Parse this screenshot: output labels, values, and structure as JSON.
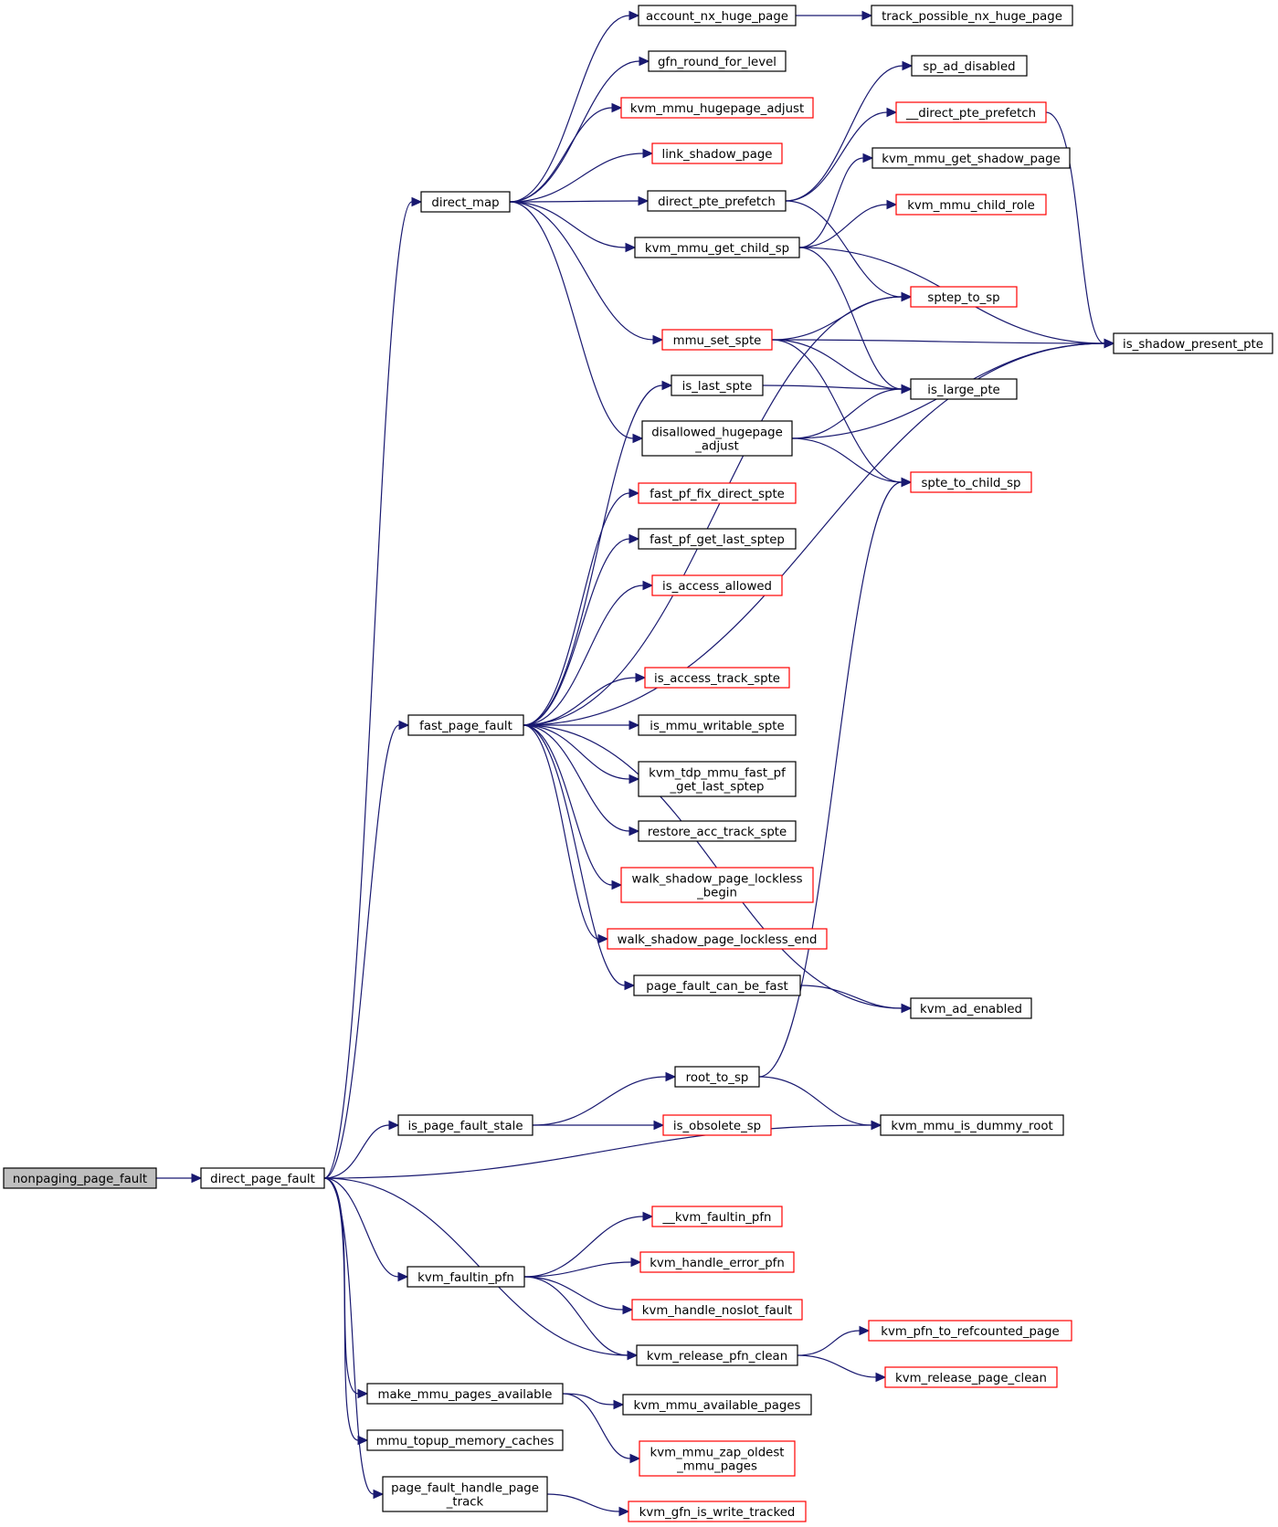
{
  "colors": {
    "edge": "#191970",
    "root_fill": "#bfbfbf",
    "node_fill": "#ffffff",
    "normal_border": "#000000",
    "external_border": "#ff0000"
  },
  "nodes": [
    {
      "id": "nonpaging_page_fault",
      "label": [
        "nonpaging_page_fault"
      ],
      "style": "root"
    },
    {
      "id": "direct_page_fault",
      "label": [
        "direct_page_fault"
      ],
      "style": "normal"
    },
    {
      "id": "direct_map",
      "label": [
        "direct_map"
      ],
      "style": "normal"
    },
    {
      "id": "fast_page_fault",
      "label": [
        "fast_page_fault"
      ],
      "style": "normal"
    },
    {
      "id": "is_page_fault_stale",
      "label": [
        "is_page_fault_stale"
      ],
      "style": "normal"
    },
    {
      "id": "kvm_faultin_pfn",
      "label": [
        "kvm_faultin_pfn"
      ],
      "style": "normal"
    },
    {
      "id": "make_mmu_pages_available",
      "label": [
        "make_mmu_pages_available"
      ],
      "style": "normal"
    },
    {
      "id": "mmu_topup_memory_caches",
      "label": [
        "mmu_topup_memory_caches"
      ],
      "style": "normal"
    },
    {
      "id": "page_fault_handle_page_track",
      "label": [
        "page_fault_handle_page",
        "_track"
      ],
      "style": "normal"
    },
    {
      "id": "account_nx_huge_page",
      "label": [
        "account_nx_huge_page"
      ],
      "style": "normal"
    },
    {
      "id": "gfn_round_for_level",
      "label": [
        "gfn_round_for_level"
      ],
      "style": "normal"
    },
    {
      "id": "kvm_mmu_hugepage_adjust",
      "label": [
        "kvm_mmu_hugepage_adjust"
      ],
      "style": "external"
    },
    {
      "id": "link_shadow_page",
      "label": [
        "link_shadow_page"
      ],
      "style": "external"
    },
    {
      "id": "direct_pte_prefetch",
      "label": [
        "direct_pte_prefetch"
      ],
      "style": "normal"
    },
    {
      "id": "kvm_mmu_get_child_sp",
      "label": [
        "kvm_mmu_get_child_sp"
      ],
      "style": "normal"
    },
    {
      "id": "mmu_set_spte",
      "label": [
        "mmu_set_spte"
      ],
      "style": "external"
    },
    {
      "id": "is_last_spte",
      "label": [
        "is_last_spte"
      ],
      "style": "normal"
    },
    {
      "id": "disallowed_hugepage_adjust",
      "label": [
        "disallowed_hugepage",
        "_adjust"
      ],
      "style": "normal"
    },
    {
      "id": "fast_pf_fix_direct_spte",
      "label": [
        "fast_pf_fix_direct_spte"
      ],
      "style": "external"
    },
    {
      "id": "fast_pf_get_last_sptep",
      "label": [
        "fast_pf_get_last_sptep"
      ],
      "style": "normal"
    },
    {
      "id": "is_access_allowed",
      "label": [
        "is_access_allowed"
      ],
      "style": "external"
    },
    {
      "id": "is_access_track_spte",
      "label": [
        "is_access_track_spte"
      ],
      "style": "external"
    },
    {
      "id": "is_mmu_writable_spte",
      "label": [
        "is_mmu_writable_spte"
      ],
      "style": "normal"
    },
    {
      "id": "kvm_tdp_mmu_fast_pf_get_last_sptep",
      "label": [
        "kvm_tdp_mmu_fast_pf",
        "_get_last_sptep"
      ],
      "style": "normal"
    },
    {
      "id": "restore_acc_track_spte",
      "label": [
        "restore_acc_track_spte"
      ],
      "style": "normal"
    },
    {
      "id": "walk_shadow_page_lockless_begin",
      "label": [
        "walk_shadow_page_lockless",
        "_begin"
      ],
      "style": "external"
    },
    {
      "id": "walk_shadow_page_lockless_end",
      "label": [
        "walk_shadow_page_lockless_end"
      ],
      "style": "external"
    },
    {
      "id": "page_fault_can_be_fast",
      "label": [
        "page_fault_can_be_fast"
      ],
      "style": "normal"
    },
    {
      "id": "root_to_sp",
      "label": [
        "root_to_sp"
      ],
      "style": "normal"
    },
    {
      "id": "is_obsolete_sp",
      "label": [
        "is_obsolete_sp"
      ],
      "style": "external"
    },
    {
      "id": "__kvm_faultin_pfn",
      "label": [
        "__kvm_faultin_pfn"
      ],
      "style": "external"
    },
    {
      "id": "kvm_handle_error_pfn",
      "label": [
        "kvm_handle_error_pfn"
      ],
      "style": "external"
    },
    {
      "id": "kvm_handle_noslot_fault",
      "label": [
        "kvm_handle_noslot_fault"
      ],
      "style": "external"
    },
    {
      "id": "kvm_release_pfn_clean",
      "label": [
        "kvm_release_pfn_clean"
      ],
      "style": "normal"
    },
    {
      "id": "kvm_mmu_available_pages",
      "label": [
        "kvm_mmu_available_pages"
      ],
      "style": "normal"
    },
    {
      "id": "kvm_mmu_zap_oldest_mmu_pages",
      "label": [
        "kvm_mmu_zap_oldest",
        "_mmu_pages"
      ],
      "style": "external"
    },
    {
      "id": "kvm_gfn_is_write_tracked",
      "label": [
        "kvm_gfn_is_write_tracked"
      ],
      "style": "external"
    },
    {
      "id": "track_possible_nx_huge_page",
      "label": [
        "track_possible_nx_huge_page"
      ],
      "style": "normal"
    },
    {
      "id": "sp_ad_disabled",
      "label": [
        "sp_ad_disabled"
      ],
      "style": "normal"
    },
    {
      "id": "__direct_pte_prefetch",
      "label": [
        "__direct_pte_prefetch"
      ],
      "style": "external"
    },
    {
      "id": "kvm_mmu_get_shadow_page",
      "label": [
        "kvm_mmu_get_shadow_page"
      ],
      "style": "normal"
    },
    {
      "id": "kvm_mmu_child_role",
      "label": [
        "kvm_mmu_child_role"
      ],
      "style": "external"
    },
    {
      "id": "sptep_to_sp",
      "label": [
        "sptep_to_sp"
      ],
      "style": "external"
    },
    {
      "id": "is_large_pte",
      "label": [
        "is_large_pte"
      ],
      "style": "normal"
    },
    {
      "id": "spte_to_child_sp",
      "label": [
        "spte_to_child_sp"
      ],
      "style": "external"
    },
    {
      "id": "kvm_ad_enabled",
      "label": [
        "kvm_ad_enabled"
      ],
      "style": "normal"
    },
    {
      "id": "kvm_mmu_is_dummy_root",
      "label": [
        "kvm_mmu_is_dummy_root"
      ],
      "style": "normal"
    },
    {
      "id": "kvm_pfn_to_refcounted_page",
      "label": [
        "kvm_pfn_to_refcounted_page"
      ],
      "style": "external"
    },
    {
      "id": "kvm_release_page_clean",
      "label": [
        "kvm_release_page_clean"
      ],
      "style": "external"
    },
    {
      "id": "is_shadow_present_pte",
      "label": [
        "is_shadow_present_pte"
      ],
      "style": "normal"
    }
  ],
  "edges": [
    [
      "nonpaging_page_fault",
      "direct_page_fault"
    ],
    [
      "direct_page_fault",
      "direct_map"
    ],
    [
      "direct_page_fault",
      "fast_page_fault"
    ],
    [
      "direct_page_fault",
      "is_page_fault_stale"
    ],
    [
      "direct_page_fault",
      "kvm_mmu_is_dummy_root"
    ],
    [
      "direct_page_fault",
      "kvm_faultin_pfn"
    ],
    [
      "direct_page_fault",
      "kvm_release_pfn_clean"
    ],
    [
      "direct_page_fault",
      "make_mmu_pages_available"
    ],
    [
      "direct_page_fault",
      "mmu_topup_memory_caches"
    ],
    [
      "direct_page_fault",
      "page_fault_handle_page_track"
    ],
    [
      "direct_map",
      "account_nx_huge_page"
    ],
    [
      "direct_map",
      "gfn_round_for_level"
    ],
    [
      "direct_map",
      "kvm_mmu_hugepage_adjust"
    ],
    [
      "direct_map",
      "link_shadow_page"
    ],
    [
      "direct_map",
      "direct_pte_prefetch"
    ],
    [
      "direct_map",
      "kvm_mmu_get_child_sp"
    ],
    [
      "direct_map",
      "mmu_set_spte"
    ],
    [
      "direct_map",
      "disallowed_hugepage_adjust"
    ],
    [
      "account_nx_huge_page",
      "track_possible_nx_huge_page"
    ],
    [
      "direct_pte_prefetch",
      "sp_ad_disabled"
    ],
    [
      "direct_pte_prefetch",
      "__direct_pte_prefetch"
    ],
    [
      "direct_pte_prefetch",
      "sptep_to_sp"
    ],
    [
      "__direct_pte_prefetch",
      "is_shadow_present_pte"
    ],
    [
      "kvm_mmu_get_child_sp",
      "kvm_mmu_get_shadow_page"
    ],
    [
      "kvm_mmu_get_child_sp",
      "kvm_mmu_child_role"
    ],
    [
      "kvm_mmu_get_child_sp",
      "is_shadow_present_pte"
    ],
    [
      "kvm_mmu_get_child_sp",
      "is_large_pte"
    ],
    [
      "mmu_set_spte",
      "sptep_to_sp"
    ],
    [
      "mmu_set_spte",
      "is_shadow_present_pte"
    ],
    [
      "mmu_set_spte",
      "is_large_pte"
    ],
    [
      "mmu_set_spte",
      "spte_to_child_sp"
    ],
    [
      "is_last_spte",
      "is_large_pte"
    ],
    [
      "disallowed_hugepage_adjust",
      "is_large_pte"
    ],
    [
      "disallowed_hugepage_adjust",
      "is_shadow_present_pte"
    ],
    [
      "disallowed_hugepage_adjust",
      "spte_to_child_sp"
    ],
    [
      "fast_page_fault",
      "sptep_to_sp"
    ],
    [
      "fast_page_fault",
      "is_last_spte"
    ],
    [
      "fast_page_fault",
      "fast_pf_fix_direct_spte"
    ],
    [
      "fast_page_fault",
      "fast_pf_get_last_sptep"
    ],
    [
      "fast_page_fault",
      "is_access_allowed"
    ],
    [
      "fast_page_fault",
      "is_shadow_present_pte"
    ],
    [
      "fast_page_fault",
      "is_access_track_spte"
    ],
    [
      "fast_page_fault",
      "is_mmu_writable_spte"
    ],
    [
      "fast_page_fault",
      "kvm_tdp_mmu_fast_pf_get_last_sptep"
    ],
    [
      "fast_page_fault",
      "restore_acc_track_spte"
    ],
    [
      "fast_page_fault",
      "walk_shadow_page_lockless_begin"
    ],
    [
      "fast_page_fault",
      "walk_shadow_page_lockless_end"
    ],
    [
      "fast_page_fault",
      "page_fault_can_be_fast"
    ],
    [
      "fast_page_fault",
      "kvm_ad_enabled"
    ],
    [
      "page_fault_can_be_fast",
      "kvm_ad_enabled"
    ],
    [
      "is_page_fault_stale",
      "root_to_sp"
    ],
    [
      "is_page_fault_stale",
      "is_obsolete_sp"
    ],
    [
      "root_to_sp",
      "spte_to_child_sp"
    ],
    [
      "root_to_sp",
      "kvm_mmu_is_dummy_root"
    ],
    [
      "kvm_faultin_pfn",
      "__kvm_faultin_pfn"
    ],
    [
      "kvm_faultin_pfn",
      "kvm_handle_error_pfn"
    ],
    [
      "kvm_faultin_pfn",
      "kvm_handle_noslot_fault"
    ],
    [
      "kvm_faultin_pfn",
      "kvm_release_pfn_clean"
    ],
    [
      "kvm_release_pfn_clean",
      "kvm_pfn_to_refcounted_page"
    ],
    [
      "kvm_release_pfn_clean",
      "kvm_release_page_clean"
    ],
    [
      "make_mmu_pages_available",
      "kvm_mmu_available_pages"
    ],
    [
      "make_mmu_pages_available",
      "kvm_mmu_zap_oldest_mmu_pages"
    ],
    [
      "page_fault_handle_page_track",
      "kvm_gfn_is_write_tracked"
    ]
  ]
}
